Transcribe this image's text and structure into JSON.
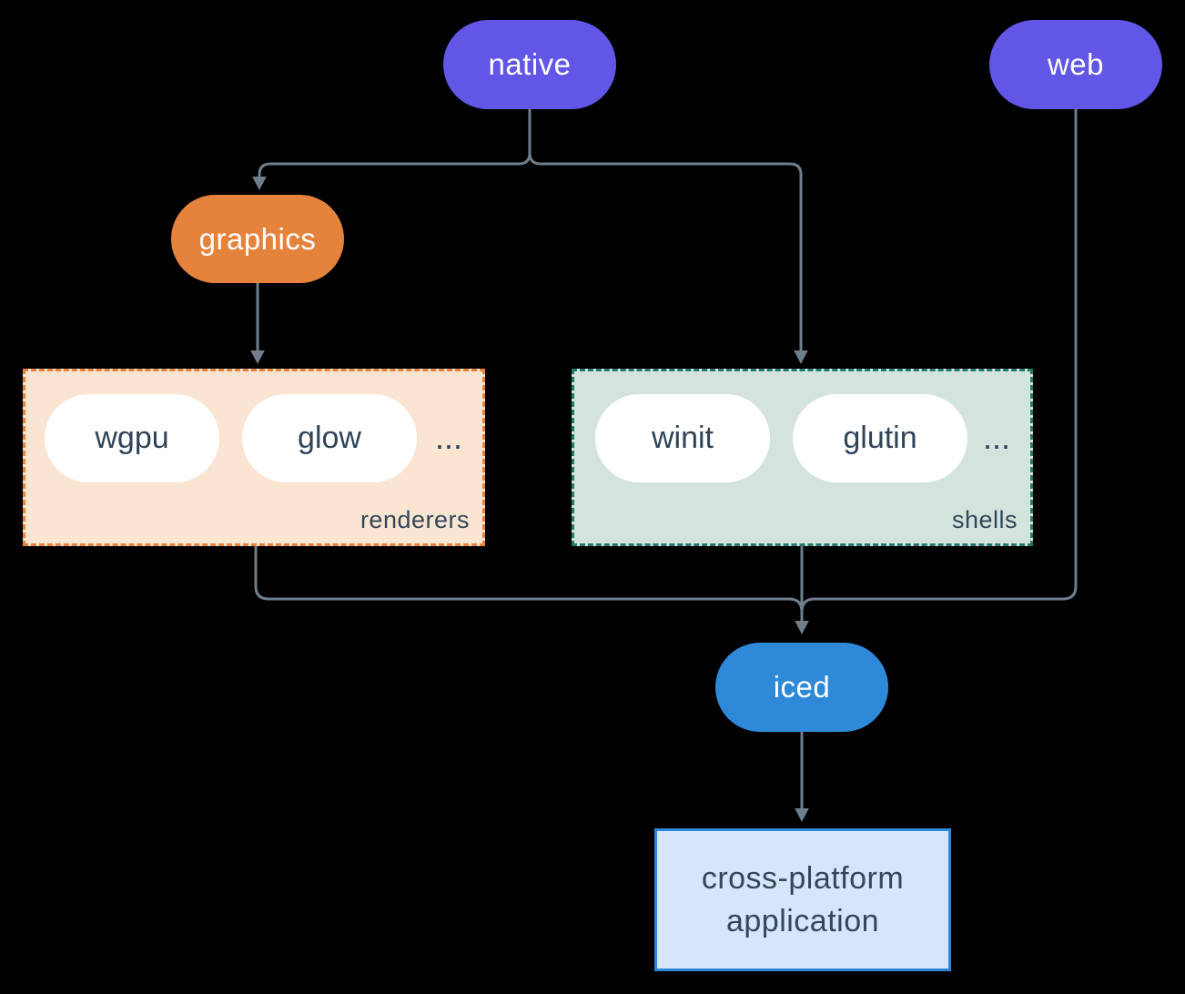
{
  "diagram": {
    "background": "#000000",
    "edge_color": "#6e7e8c",
    "nodes": {
      "native": {
        "label": "native",
        "color": "#6156e6",
        "text_color": "#ffffff"
      },
      "web": {
        "label": "web",
        "color": "#6156e6",
        "text_color": "#ffffff"
      },
      "graphics": {
        "label": "graphics",
        "color": "#e5833c",
        "text_color": "#ffffff"
      },
      "iced": {
        "label": "iced",
        "color": "#2e89d8",
        "text_color": "#ffffff"
      },
      "application": {
        "lines": {
          "line1": "cross-platform",
          "line2": "application"
        },
        "fill": "#d6e6f8",
        "border": "#2e86d8",
        "text_color": "#33475b"
      }
    },
    "groups": {
      "renderers": {
        "label": "renderers",
        "ellipsis": "...",
        "fill": "#fae5d3",
        "border": "#e5833c",
        "items": [
          {
            "label": "wgpu"
          },
          {
            "label": "glow"
          }
        ]
      },
      "shells": {
        "label": "shells",
        "ellipsis": "...",
        "fill": "#d4e3dc",
        "border": "#23796b",
        "items": [
          {
            "label": "winit"
          },
          {
            "label": "glutin"
          }
        ]
      }
    }
  }
}
